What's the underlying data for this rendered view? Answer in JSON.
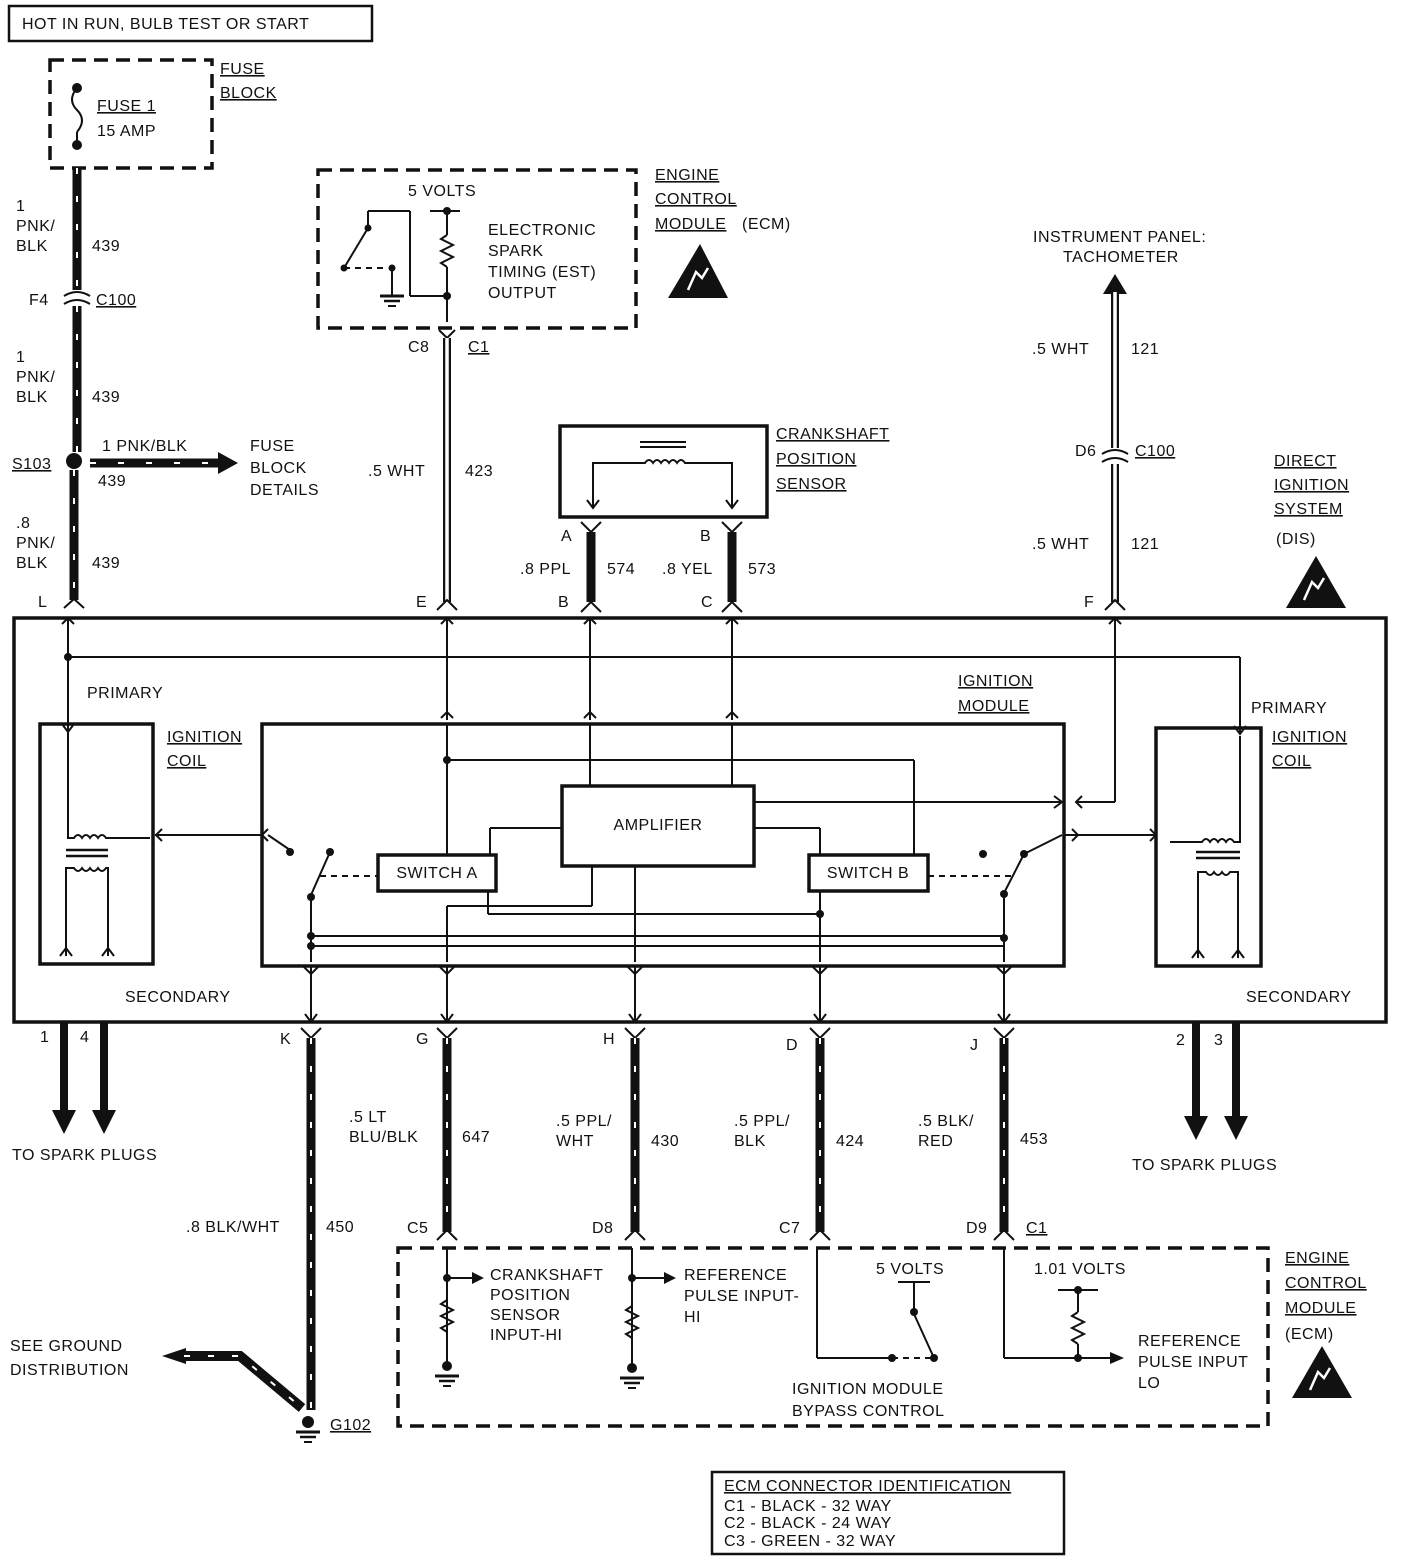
{
  "header": {
    "power_label": "HOT IN RUN, BULB TEST OR START"
  },
  "fuse_block": {
    "title_1": "FUSE",
    "title_2": "BLOCK",
    "fuse_name": "FUSE 1",
    "fuse_rating": "15 AMP"
  },
  "power_wire": {
    "w1_size": "1",
    "w1_color_1": "PNK/",
    "w1_color_2": "BLK",
    "w1_circuit": "439",
    "connector_pin": "F4",
    "connector": "C100",
    "w2_size": "1",
    "w2_color_1": "PNK/",
    "w2_color_2": "BLK",
    "w2_circuit": "439",
    "splice": "S103",
    "splice_wire": "1 PNK/BLK",
    "splice_circuit": "439",
    "fuse_details_1": "FUSE",
    "fuse_details_2": "BLOCK",
    "fuse_details_3": "DETAILS",
    "w3_size": ".8",
    "w3_color_1": "PNK/",
    "w3_color_2": "BLK",
    "w3_circuit": "439"
  },
  "ecm_top": {
    "volts": "5 VOLTS",
    "est_1": "ELECTRONIC",
    "est_2": "SPARK",
    "est_3": "TIMING (EST)",
    "est_4": "OUTPUT",
    "title_1": "ENGINE",
    "title_2": "CONTROL",
    "title_3": "MODULE",
    "title_abbr": "(ECM)",
    "pin": "C8",
    "connector": "C1"
  },
  "est_wire": {
    "color": ".5 WHT",
    "circuit": "423"
  },
  "crank_sensor": {
    "title_1": "CRANKSHAFT",
    "title_2": "POSITION",
    "title_3": "SENSOR",
    "pin_a": "A",
    "pin_b": "B"
  },
  "crank_wires": {
    "a_color": ".8 PPL",
    "a_circuit": "574",
    "b_color": ".8 YEL",
    "b_circuit": "573"
  },
  "tach": {
    "title_1": "INSTRUMENT PANEL:",
    "title_2": "TACHOMETER",
    "w1_color": ".5 WHT",
    "w1_circuit": "121",
    "pin": "D6",
    "connector": "C100",
    "w2_color": ".5 WHT",
    "w2_circuit": "121"
  },
  "dis": {
    "title_1": "DIRECT",
    "title_2": "IGNITION",
    "title_3": "SYSTEM",
    "title_abbr": "(DIS)"
  },
  "module_pins": {
    "L": "L",
    "E": "E",
    "B": "B",
    "C": "C",
    "F": "F",
    "K": "K",
    "G": "G",
    "H": "H",
    "D": "D",
    "J": "J"
  },
  "coil_left": {
    "primary": "PRIMARY",
    "title_1": "IGNITION",
    "title_2": "COIL",
    "secondary": "SECONDARY",
    "out_1": "1",
    "out_4": "4"
  },
  "coil_right": {
    "primary": "PRIMARY",
    "title_1": "IGNITION",
    "title_2": "COIL",
    "secondary": "SECONDARY",
    "out_2": "2",
    "out_3": "3"
  },
  "ign_module": {
    "title_1": "IGNITION",
    "title_2": "MODULE",
    "amplifier": "AMPLIFIER",
    "switch_a": "SWITCH A",
    "switch_b": "SWITCH B"
  },
  "spark_plugs": {
    "left": "TO SPARK PLUGS",
    "right": "TO SPARK PLUGS"
  },
  "ground": {
    "wire_color": ".8 BLK/WHT",
    "wire_circuit": "450",
    "see_1": "SEE GROUND",
    "see_2": "DISTRIBUTION",
    "ground_id": "G102"
  },
  "lower_wires": {
    "g_color_1": ".5 LT",
    "g_color_2": "BLU/BLK",
    "g_circuit": "647",
    "h_color_1": ".5 PPL/",
    "h_color_2": "WHT",
    "h_circuit": "430",
    "d_color_1": ".5 PPL/",
    "d_color_2": "BLK",
    "d_circuit": "424",
    "j_color_1": ".5 BLK/",
    "j_color_2": "RED",
    "j_circuit": "453"
  },
  "ecm_bottom": {
    "pin_c5": "C5",
    "pin_d8": "D8",
    "pin_c7": "C7",
    "pin_d9": "D9",
    "connector": "C1",
    "ckp_1": "CRANKSHAFT",
    "ckp_2": "POSITION",
    "ckp_3": "SENSOR",
    "ckp_4": "INPUT-HI",
    "ref_1": "REFERENCE",
    "ref_2": "PULSE INPUT-",
    "ref_3": "HI",
    "volts5": "5 VOLTS",
    "volts101": "1.01 VOLTS",
    "bypass_1": "IGNITION MODULE",
    "bypass_2": "BYPASS CONTROL",
    "reflo_1": "REFERENCE",
    "reflo_2": "PULSE INPUT",
    "reflo_3": "LO",
    "title_1": "ENGINE",
    "title_2": "CONTROL",
    "title_3": "MODULE",
    "title_abbr": "(ECM)"
  },
  "legend": {
    "title": "ECM CONNECTOR IDENTIFICATION",
    "c1": "C1 - BLACK - 32 WAY",
    "c2": "C2 - BLACK - 24 WAY",
    "c3": "C3 - GREEN - 32 WAY"
  }
}
